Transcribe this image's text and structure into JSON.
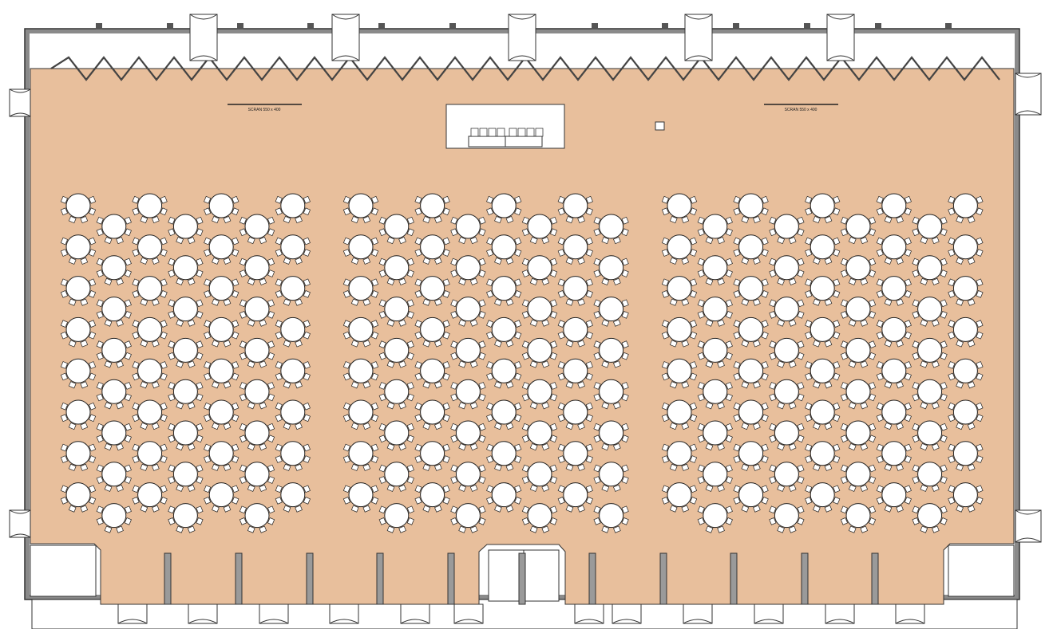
{
  "screens": [
    {
      "label": "SCRAN 550 x 400"
    },
    {
      "label": "SCRAN 550 x 400"
    }
  ],
  "stage": {
    "name": "head-table-stage"
  },
  "seating": {
    "sections": [
      {
        "name": "left",
        "columns": [
          {
            "rows": 8
          },
          {
            "rows": 8
          },
          {
            "rows": 8
          },
          {
            "rows": 8
          },
          {
            "rows": 8
          },
          {
            "rows": 8
          },
          {
            "rows": 8
          }
        ]
      },
      {
        "name": "center",
        "columns": [
          {
            "rows": 8
          },
          {
            "rows": 8
          },
          {
            "rows": 8
          },
          {
            "rows": 8
          },
          {
            "rows": 8
          },
          {
            "rows": 8
          },
          {
            "rows": 8
          },
          {
            "rows": 8
          }
        ]
      },
      {
        "name": "right",
        "columns": [
          {
            "rows": 8
          },
          {
            "rows": 8
          },
          {
            "rows": 8
          },
          {
            "rows": 8
          },
          {
            "rows": 8
          },
          {
            "rows": 8
          },
          {
            "rows": 8
          },
          {
            "rows": 8
          },
          {
            "rows": 8
          }
        ]
      }
    ],
    "chairs_per_table": 8
  },
  "colors": {
    "floor": "#e8bf9c",
    "wall": "#8a8a8a",
    "furniture": "#ffffff"
  }
}
